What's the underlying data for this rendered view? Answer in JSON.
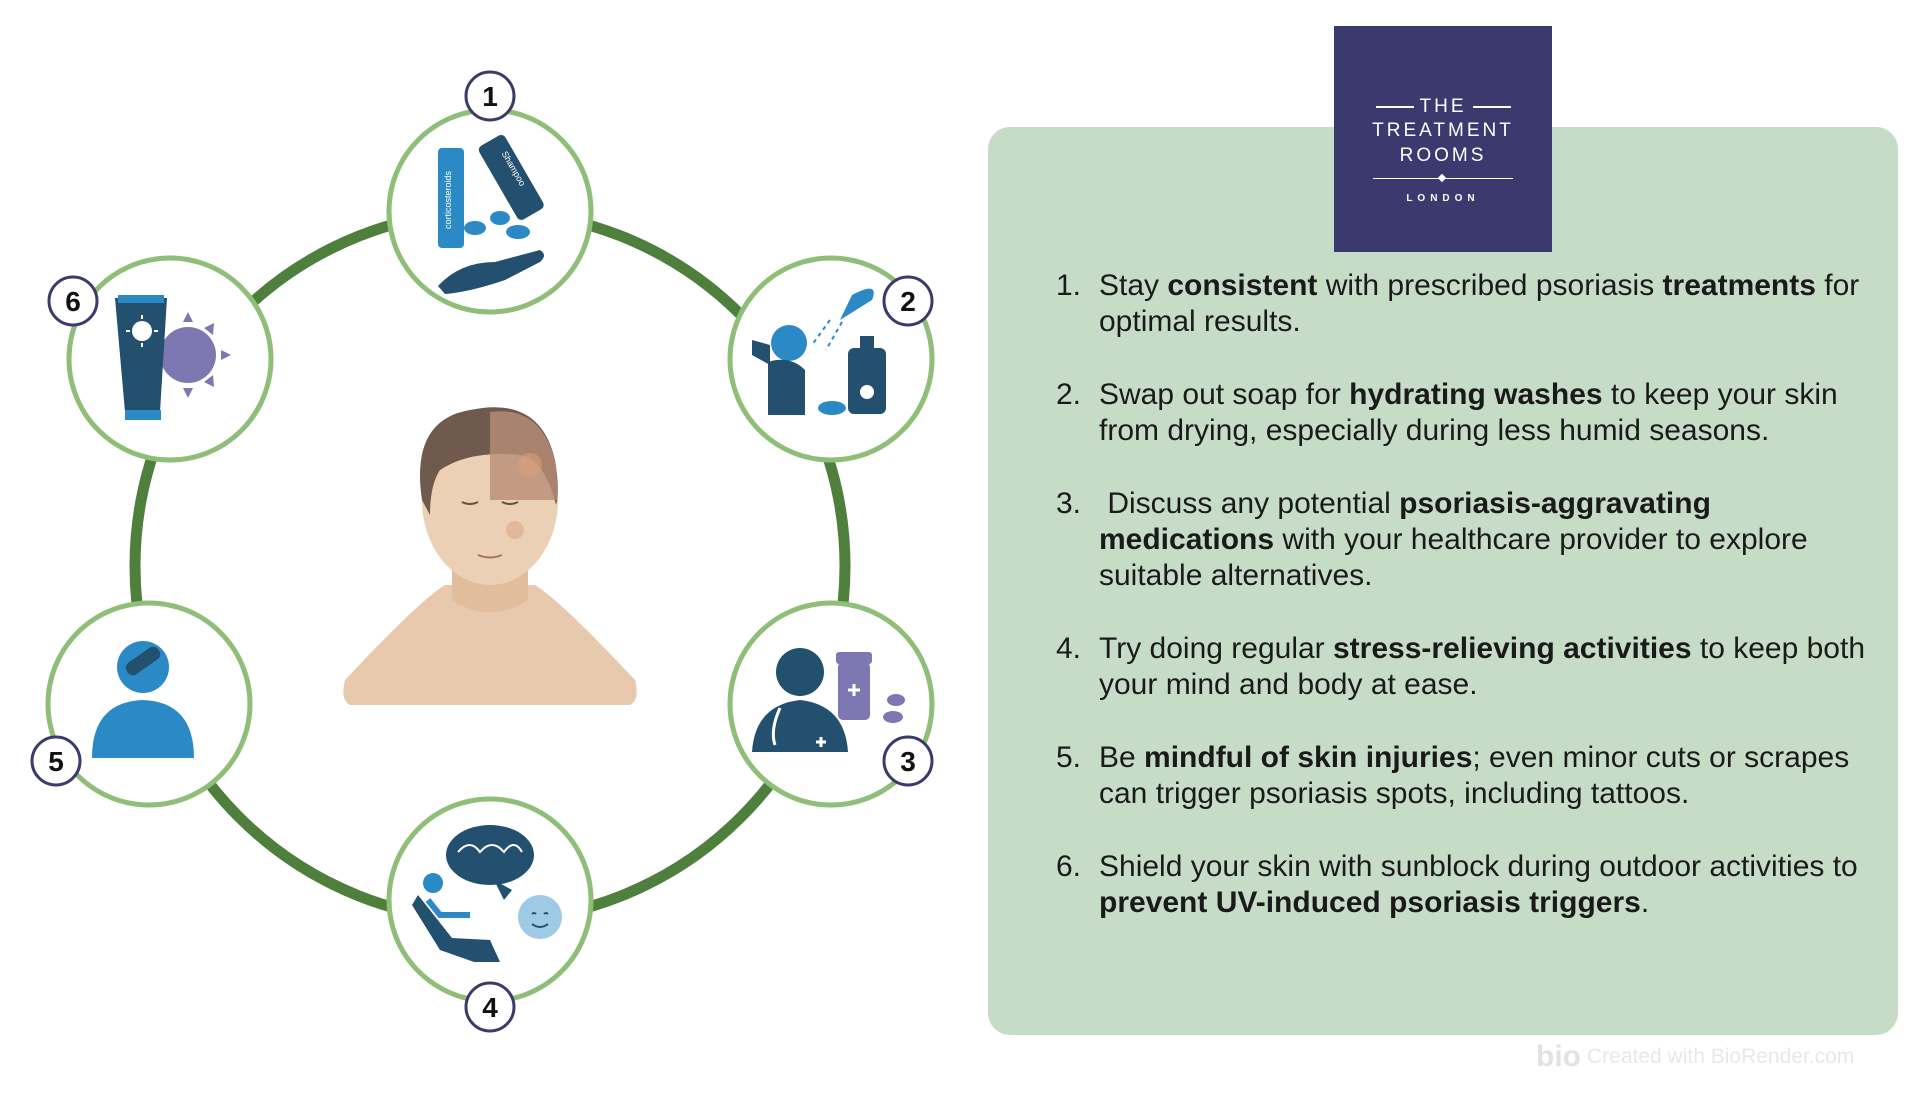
{
  "logo": {
    "the": "THE",
    "treatment": "TREATMENT",
    "rooms": "ROOMS",
    "london": "LONDON"
  },
  "cycle": {
    "steps": [
      {
        "number": "1",
        "icon": "medication-hand-icon",
        "labels": [
          "corticosteroids",
          "Shampoo"
        ]
      },
      {
        "number": "2",
        "icon": "shower-soap-icon"
      },
      {
        "number": "3",
        "icon": "doctor-medication-icon"
      },
      {
        "number": "4",
        "icon": "relaxation-mind-icon"
      },
      {
        "number": "5",
        "icon": "bandaged-person-icon"
      },
      {
        "number": "6",
        "icon": "sunscreen-sun-icon"
      }
    ],
    "center_icon": "psoriasis-face-icon"
  },
  "tips": [
    {
      "num": "1.",
      "parts": [
        {
          "t": "Stay "
        },
        {
          "t": "consistent",
          "b": true
        },
        {
          "t": " with prescribed psoriasis "
        },
        {
          "t": "treatments",
          "b": true
        },
        {
          "t": " for optimal results."
        }
      ]
    },
    {
      "num": "2.",
      "parts": [
        {
          "t": "Swap out soap for "
        },
        {
          "t": "hydrating washes",
          "b": true
        },
        {
          "t": " to keep your skin from drying, especially during less humid seasons."
        }
      ]
    },
    {
      "num": "3.",
      "parts": [
        {
          "t": " Discuss any potential "
        },
        {
          "t": "psoriasis-aggravating medications",
          "b": true
        },
        {
          "t": " with your healthcare provider to explore suitable alternatives."
        }
      ]
    },
    {
      "num": "4.",
      "parts": [
        {
          "t": "Try doing regular "
        },
        {
          "t": "stress-relieving activities",
          "b": true
        },
        {
          "t": " to keep both your mind and body at ease."
        }
      ]
    },
    {
      "num": "5.",
      "parts": [
        {
          "t": "Be "
        },
        {
          "t": "mindful of skin injuries",
          "b": true
        },
        {
          "t": "; even minor cuts or scrapes can trigger psoriasis spots, including tattoos."
        }
      ]
    },
    {
      "num": "6.",
      "parts": [
        {
          "t": "Shield your skin with sunblock during outdoor activities to "
        },
        {
          "t": "prevent UV-induced psoriasis triggers",
          "b": true
        },
        {
          "t": "."
        }
      ]
    }
  ],
  "credit": {
    "logo": "bio",
    "text": "Created with BioRender.com"
  },
  "colors": {
    "ring": "#4e7f3d",
    "circle_border": "#8fbe78",
    "icon_blue": "#2b8ac6",
    "icon_navy": "#23506e",
    "accent_purple": "#7d77b2",
    "panel_bg": "#c7dcc7",
    "logo_bg": "#3a3a6e",
    "badge_border": "#3b3b6b"
  }
}
